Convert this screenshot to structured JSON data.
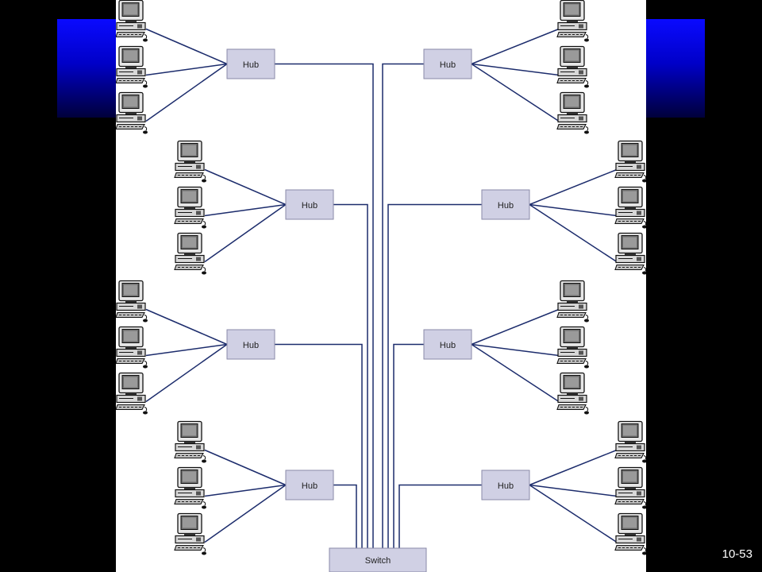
{
  "slide": {
    "number": "10-53"
  },
  "colors": {
    "background": "#000000",
    "band_top": "#0a0aff",
    "band_bottom": "#00003a",
    "canvas": "#ffffff",
    "hub_fill": "#d0d0e4",
    "hub_border": "#8a8aa8",
    "line": "#1c2c6c"
  },
  "diagram": {
    "switch": {
      "label": "Switch"
    },
    "hubs": [
      {
        "label": "Hub",
        "side": "left",
        "computers": 3
      },
      {
        "label": "Hub",
        "side": "left",
        "computers": 3
      },
      {
        "label": "Hub",
        "side": "left",
        "computers": 3
      },
      {
        "label": "Hub",
        "side": "left",
        "computers": 3
      },
      {
        "label": "Hub",
        "side": "right",
        "computers": 3
      },
      {
        "label": "Hub",
        "side": "right",
        "computers": 3
      },
      {
        "label": "Hub",
        "side": "right",
        "computers": 3
      },
      {
        "label": "Hub",
        "side": "right",
        "computers": 3
      }
    ]
  }
}
